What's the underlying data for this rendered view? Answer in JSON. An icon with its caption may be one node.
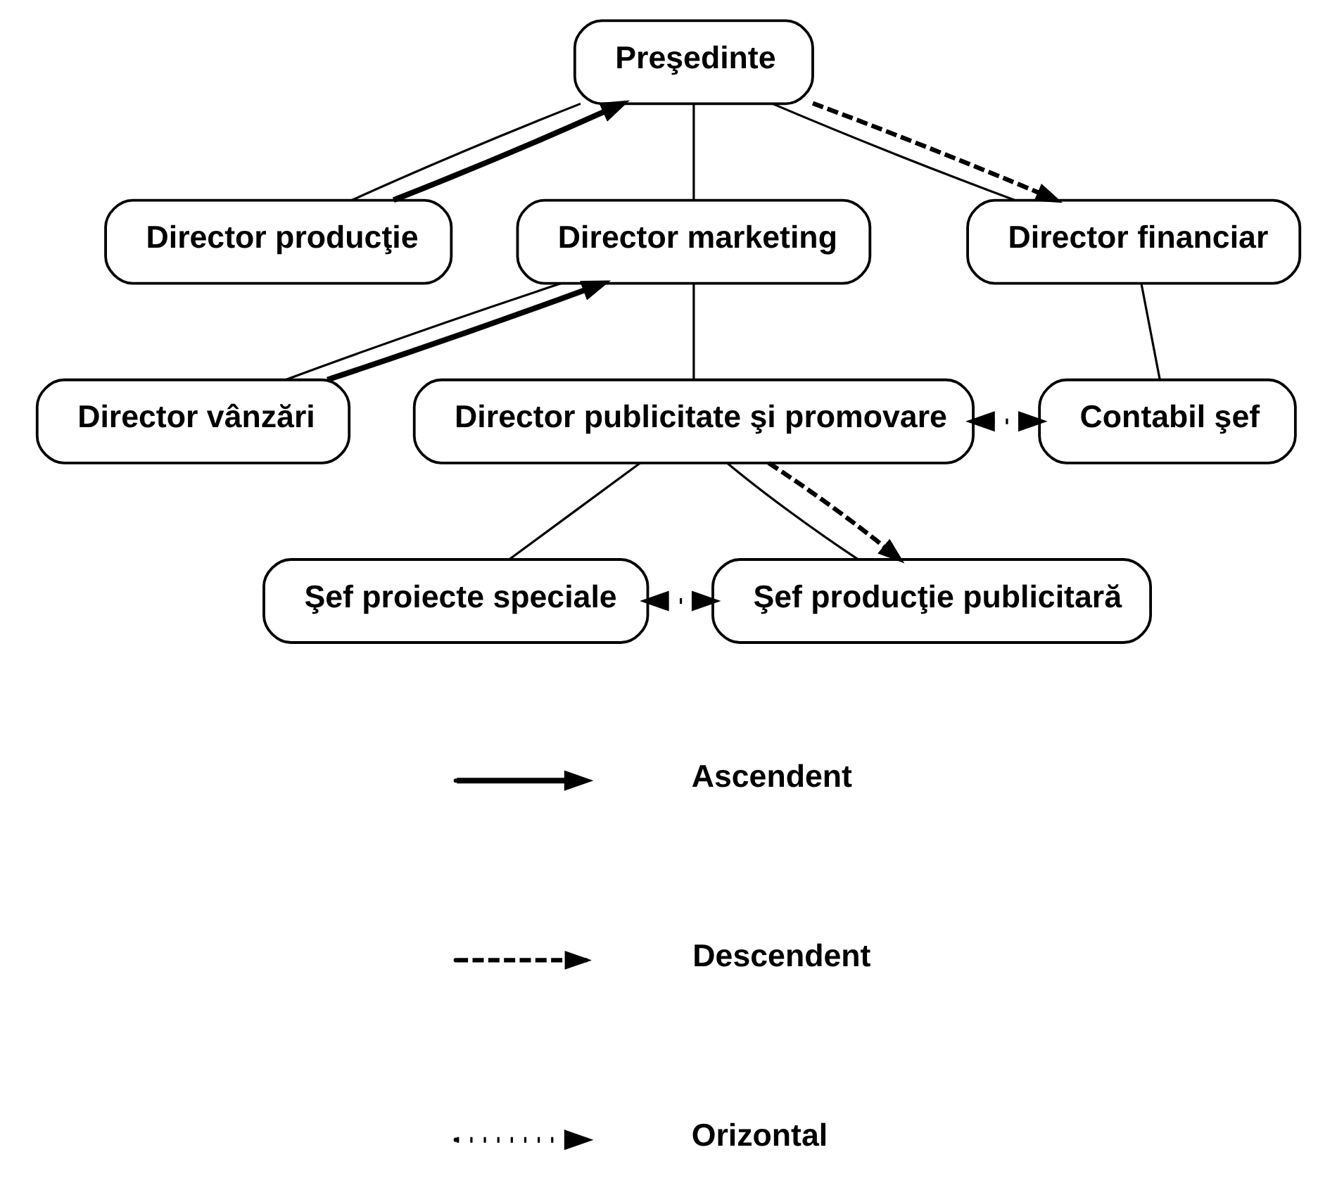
{
  "diagram": {
    "nodes": [
      {
        "text": [
          "Preşedinte"
        ]
      },
      {
        "text": [
          "Director producţie"
        ]
      },
      {
        "text": [
          "Director marketing"
        ]
      },
      {
        "text": [
          "Director financiar"
        ]
      },
      {
        "text": [
          "Director vânzări"
        ]
      },
      {
        "text": [
          "Director publicitate şi promovare"
        ]
      },
      {
        "text": [
          "Contabil şef"
        ]
      },
      {
        "text": [
          "Şef proiecte speciale"
        ]
      },
      {
        "text": [
          "Şef producţie publicitară"
        ]
      }
    ],
    "edges": [
      {
        "from": 0,
        "to": 1,
        "arrow": "none"
      },
      {
        "from": 0,
        "to": 2,
        "arrow": "none"
      },
      {
        "from": 0,
        "to": 3,
        "arrow": "none"
      },
      {
        "from": 2,
        "to": 4,
        "arrow": "none"
      },
      {
        "from": 2,
        "to": 5,
        "arrow": "none"
      },
      {
        "from": 3,
        "to": 6,
        "arrow": "none"
      },
      {
        "from": 5,
        "to": 7,
        "arrow": "none"
      },
      {
        "from": 5,
        "to": 8,
        "arrow": "none"
      },
      {
        "from": 1,
        "to": 0,
        "arrow": "to",
        "style": "thick"
      },
      {
        "from": 0,
        "to": 3,
        "arrow": "to",
        "style": "dashed"
      },
      {
        "from": 4,
        "to": 2,
        "arrow": "to",
        "style": "thick"
      },
      {
        "from": 5,
        "to": 6,
        "arrow": "both",
        "style": "dashed"
      },
      {
        "from": 5,
        "to": 8,
        "arrow": "to",
        "style": "dashed"
      },
      {
        "from": 7,
        "to": 8,
        "arrow": "both",
        "style": "dashed"
      }
    ],
    "legend": [
      {
        "text": "Ascendent"
      },
      {
        "text": "Descendent"
      },
      {
        "text": "Orizontal"
      }
    ]
  }
}
